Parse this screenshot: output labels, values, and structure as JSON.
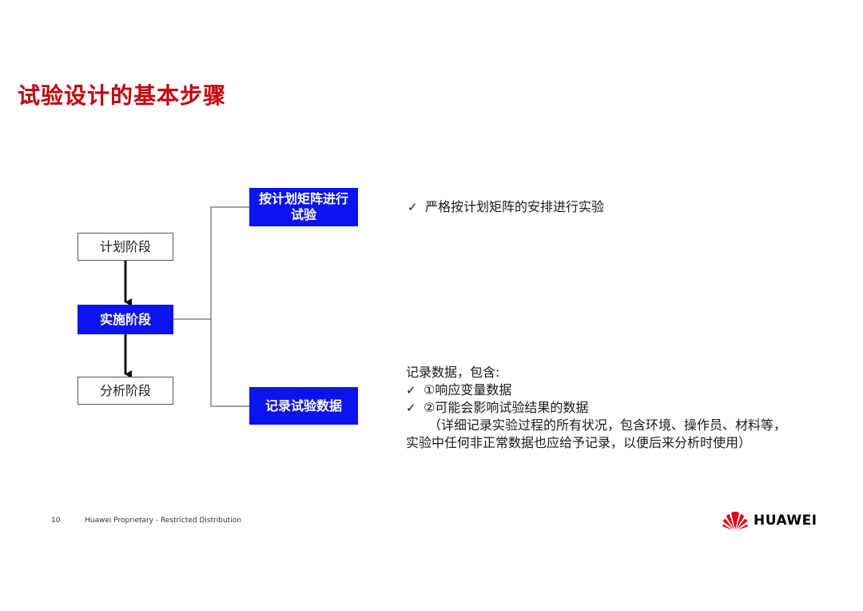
{
  "title": "试验设计的基本步骤",
  "flow": {
    "plan": "计划阶段",
    "implement": "实施阶段",
    "analyze": "分析阶段",
    "execute_line1": "按计划矩阵进行",
    "execute_line2": "试验",
    "record": "记录试验数据"
  },
  "notes": {
    "execute_item": "严格按计划矩阵的安排进行实验",
    "record_intro": "记录数据，包含:",
    "record_item1": "①响应变量数据",
    "record_item2": "②可能会影响试验结果的数据",
    "record_detail_line1": "（详细记录实验过程的所有状况，包含环境、操作员、材料等，",
    "record_detail_line2": "实验中任何非正常数据也应给予记录，以便后来分析时使用）",
    "check_mark": "✓"
  },
  "footer": {
    "page_number": "10",
    "proprietary": "Huawei Proprietary - Restricted Distribution",
    "logo_text": "HUAWEI"
  },
  "colors": {
    "title_red": "#c7000b",
    "box_blue": "#0b14f0",
    "logo_red": "#e60012"
  }
}
